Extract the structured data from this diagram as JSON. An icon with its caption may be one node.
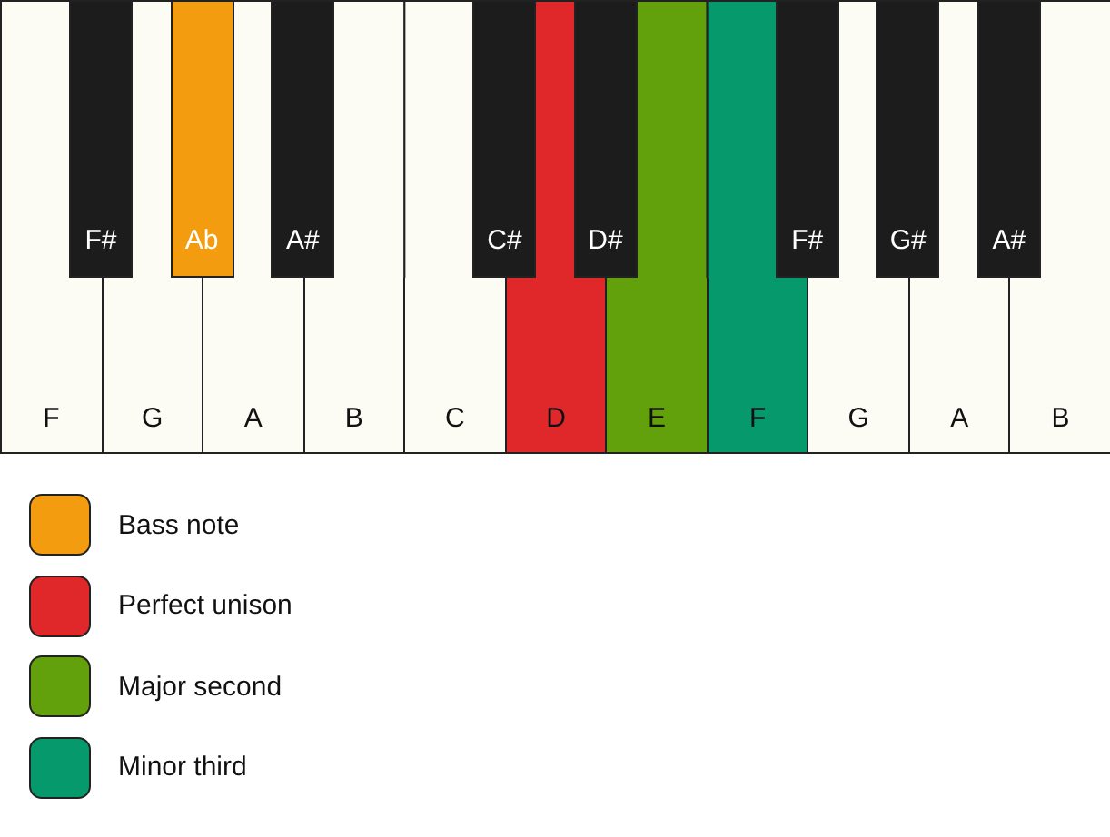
{
  "diagram": {
    "nodes": [
      {
        "text": [
          "F"
        ]
      },
      {
        "text": [
          "G"
        ]
      },
      {
        "text": [
          "A"
        ]
      },
      {
        "text": [
          "B"
        ]
      },
      {
        "text": [
          "C"
        ]
      },
      {
        "text": [
          "D"
        ]
      },
      {
        "text": [
          "E"
        ]
      },
      {
        "text": [
          "F"
        ]
      },
      {
        "text": [
          "G"
        ]
      },
      {
        "text": [
          "A"
        ]
      },
      {
        "text": [
          "B"
        ]
      },
      {
        "text": [
          "F#"
        ]
      },
      {
        "text": [
          "Ab"
        ]
      },
      {
        "text": [
          "A#"
        ]
      },
      {
        "text": [
          "C#"
        ]
      },
      {
        "text": [
          "D#"
        ]
      },
      {
        "text": [
          "F#"
        ]
      },
      {
        "text": [
          "G#"
        ]
      },
      {
        "text": [
          "A#"
        ]
      }
    ],
    "legend": [
      {
        "text": "Bass note",
        "color": "#f39c0f"
      },
      {
        "text": "Perfect unison",
        "color": "#e0282b"
      },
      {
        "text": "Major second",
        "color": "#62a10c"
      },
      {
        "text": "Minor third",
        "color": "#05996c"
      }
    ]
  }
}
